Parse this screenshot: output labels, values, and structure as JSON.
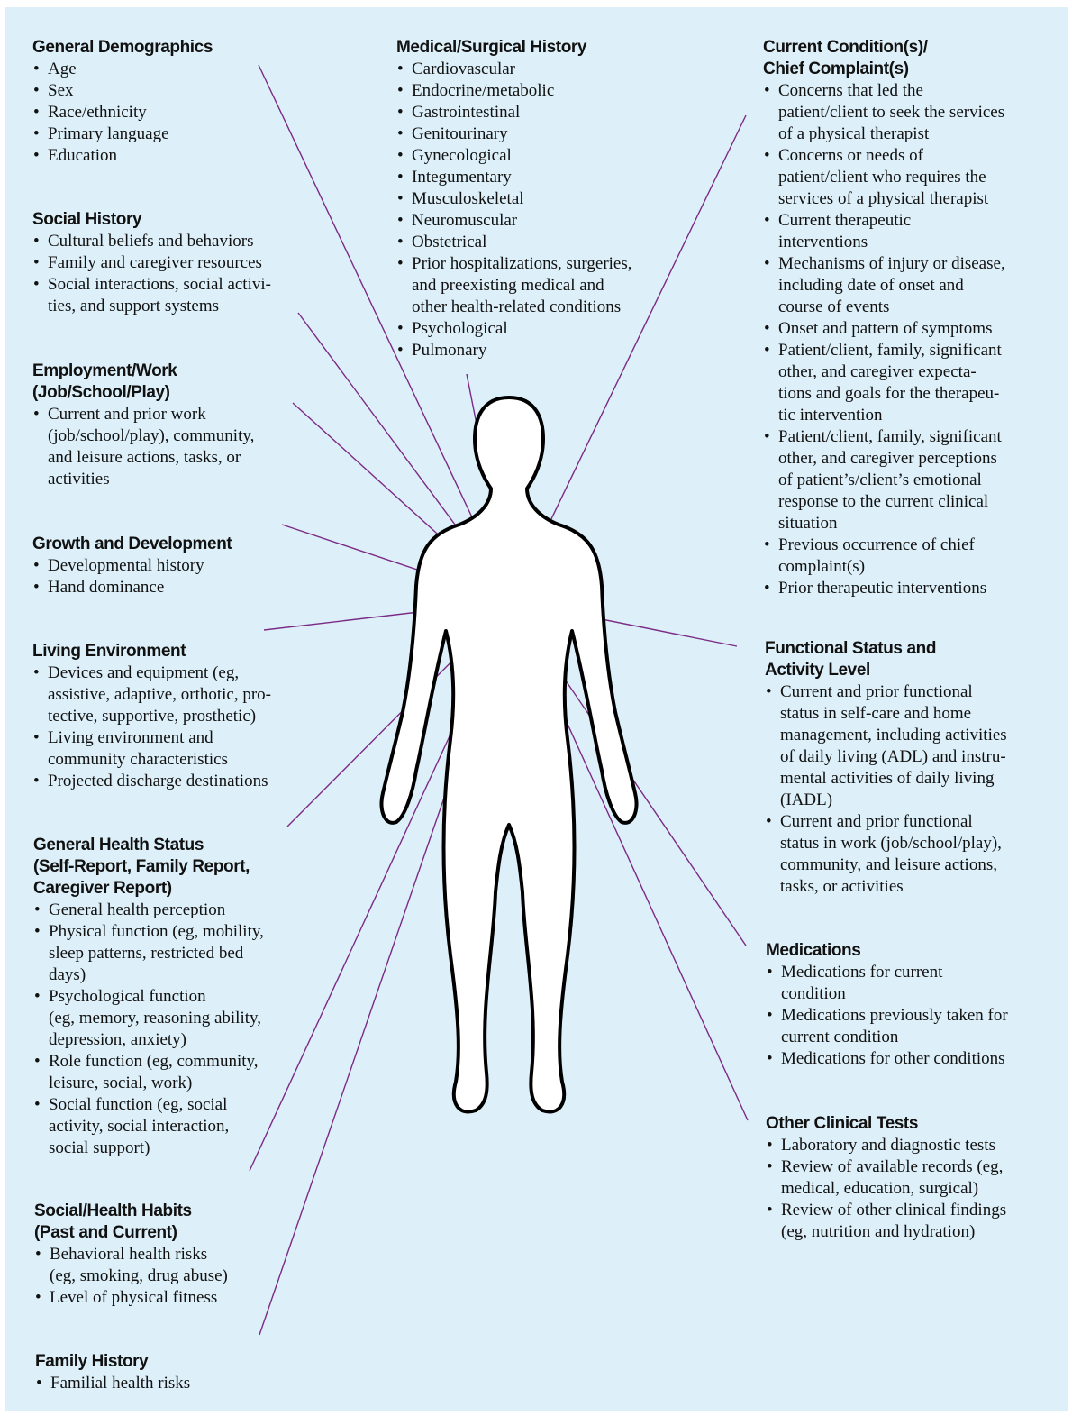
{
  "diagram": {
    "accent_color": "#7b2a85",
    "panel_color": "#ddf0f9",
    "figure": "human-body-outline"
  },
  "sections": {
    "general_demographics": {
      "title": "General Demographics",
      "items": [
        "Age",
        "Sex",
        "Race/ethnicity",
        "Primary language",
        "Education"
      ]
    },
    "social_history": {
      "title": "Social History",
      "items": [
        "Cultural beliefs and behaviors",
        "Family and caregiver resources",
        "Social interactions, social activi-\nties, and support systems"
      ]
    },
    "employment_work": {
      "title": "Employment/Work\n(Job/School/Play)",
      "items": [
        "Current and prior work\n(job/school/play), community,\nand leisure actions, tasks, or\nactivities"
      ]
    },
    "growth_development": {
      "title": "Growth and Development",
      "items": [
        "Developmental history",
        "Hand dominance"
      ]
    },
    "living_environment": {
      "title": "Living Environment",
      "items": [
        "Devices and equipment (eg,\nassistive, adaptive, orthotic, pro-\ntective, supportive, prosthetic)",
        "Living environment and\ncommunity characteristics",
        "Projected discharge destinations"
      ]
    },
    "general_health_status": {
      "title": "General Health Status\n(Self-Report, Family Report,\nCaregiver Report)",
      "items": [
        "General health perception",
        "Physical function (eg, mobility,\nsleep patterns, restricted bed\ndays)",
        "Psychological function\n(eg, memory, reasoning ability,\ndepression, anxiety)",
        "Role function (eg, community,\nleisure, social, work)",
        "Social function (eg, social\nactivity, social interaction,\nsocial support)"
      ]
    },
    "social_health_habits": {
      "title": "Social/Health Habits\n(Past and Current)",
      "items": [
        "Behavioral health risks\n(eg, smoking, drug abuse)",
        "Level of physical fitness"
      ]
    },
    "family_history": {
      "title": "Family History",
      "items": [
        "Familial health risks"
      ]
    },
    "medical_surgical_history": {
      "title": "Medical/Surgical History",
      "items": [
        "Cardiovascular",
        "Endocrine/metabolic",
        "Gastrointestinal",
        "Genitourinary",
        "Gynecological",
        "Integumentary",
        "Musculoskeletal",
        "Neuromuscular",
        "Obstetrical",
        "Prior hospitalizations, surgeries,\nand preexisting medical and\nother health-related conditions",
        "Psychological",
        "Pulmonary"
      ]
    },
    "current_condition": {
      "title": "Current Condition(s)/\nChief Complaint(s)",
      "items": [
        "Concerns that led the\npatient/client to seek the services\nof a physical therapist",
        "Concerns or needs of\npatient/client who requires the\nservices of a physical therapist",
        "Current therapeutic\ninterventions",
        "Mechanisms of injury or disease,\nincluding date of onset and\ncourse of events",
        "Onset and pattern of symptoms",
        "Patient/client, family, significant\nother, and caregiver expecta-\ntions and goals for the therapeu-\ntic intervention",
        "Patient/client, family, significant\nother, and caregiver perceptions\nof patient’s/client’s emotional\nresponse to the current clinical\nsituation",
        "Previous occurrence of chief\ncomplaint(s)",
        "Prior therapeutic interventions"
      ]
    },
    "functional_status": {
      "title": "Functional Status and\nActivity Level",
      "items": [
        "Current and prior functional\nstatus in self-care and home\nmanagement, including activities\nof daily living (ADL) and instru-\nmental activities of daily living\n(IADL)",
        "Current and prior functional\nstatus in work (job/school/play),\ncommunity, and leisure actions,\ntasks, or activities"
      ]
    },
    "medications": {
      "title": "Medications",
      "items": [
        "Medications for current\ncondition",
        "Medications previously taken for\ncurrent condition",
        "Medications for other conditions"
      ]
    },
    "other_clinical_tests": {
      "title": "Other Clinical Tests",
      "items": [
        "Laboratory and diagnostic tests",
        "Review of available records (eg,\nmedical, education, surgical)",
        "Review of other clinical findings\n(eg, nutrition and hydration)"
      ]
    }
  }
}
